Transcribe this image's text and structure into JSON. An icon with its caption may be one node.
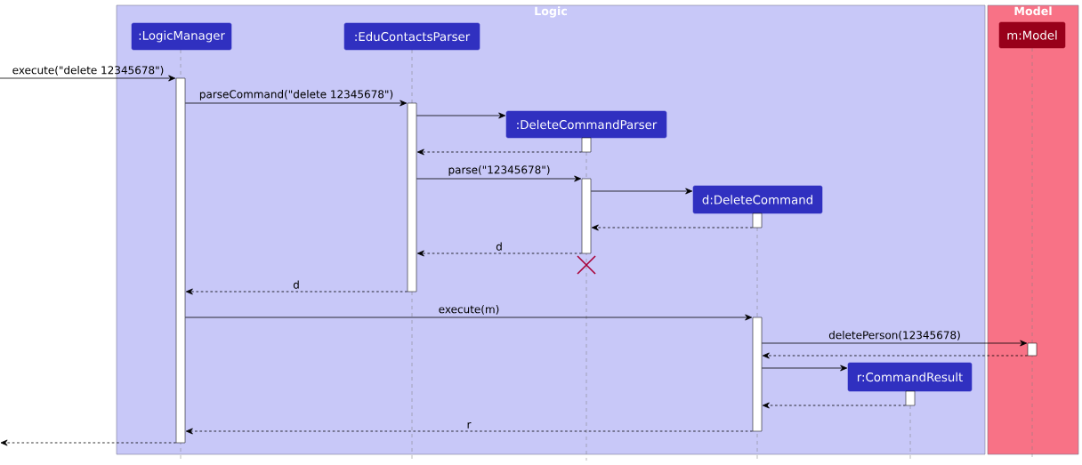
{
  "diagram": {
    "nodes": [
      {
        "text": [
          "Logic"
        ]
      },
      {
        "text": [
          ":LogicManager"
        ],
        "in": 0
      },
      {
        "text": [
          ":EduContactsParser"
        ],
        "in": 0
      },
      {
        "text": [
          ":DeleteCommandParser"
        ],
        "in": 0
      },
      {
        "text": [
          "d:DeleteCommand"
        ],
        "in": 0
      },
      {
        "text": [
          "r:CommandResult"
        ],
        "in": 0
      },
      {
        "text": [
          "Model"
        ]
      },
      {
        "text": [
          "m:Model"
        ],
        "in": 6
      },
      {
        "text": [],
        "shape": "bar",
        "in": 0
      },
      {
        "text": [],
        "shape": "bar",
        "in": 0
      },
      {
        "text": [],
        "shape": "bar",
        "in": 0
      },
      {
        "text": [],
        "shape": "bar",
        "in": 0
      },
      {
        "text": [],
        "shape": "bar",
        "in": 0
      },
      {
        "text": [],
        "shape": "bar",
        "in": 0
      },
      {
        "text": [],
        "shape": "bar",
        "in": 6
      },
      {
        "text": [],
        "shape": "bar",
        "in": 0
      }
    ],
    "edges": [
      {
        "from": null,
        "to": 8,
        "arrow": "to",
        "label": "execute(\"delete 12345678\")"
      },
      {
        "from": 8,
        "to": 9,
        "arrow": "to",
        "label": "parseCommand(\"delete 12345678\")"
      },
      {
        "from": 9,
        "to": 3,
        "arrow": "to"
      },
      {
        "from": 10,
        "to": 9,
        "arrow": "to",
        "style": "dashed"
      },
      {
        "from": 9,
        "to": 11,
        "arrow": "to",
        "label": "parse(\"12345678\")"
      },
      {
        "from": 11,
        "to": 4,
        "arrow": "to"
      },
      {
        "from": 12,
        "to": 11,
        "arrow": "to",
        "style": "dashed"
      },
      {
        "from": 11,
        "to": 9,
        "arrow": "to",
        "style": "dashed",
        "label": "d"
      },
      {
        "from": 9,
        "to": 8,
        "arrow": "to",
        "style": "dashed",
        "label": "d"
      },
      {
        "from": 8,
        "to": 13,
        "arrow": "to",
        "label": "execute(m)"
      },
      {
        "from": 13,
        "to": 14,
        "arrow": "to",
        "label": "deletePerson(12345678)"
      },
      {
        "from": 14,
        "to": 13,
        "arrow": "to",
        "style": "dashed"
      },
      {
        "from": 13,
        "to": 5,
        "arrow": "to"
      },
      {
        "from": 15,
        "to": 13,
        "arrow": "to",
        "style": "dashed"
      },
      {
        "from": 13,
        "to": 8,
        "arrow": "to",
        "style": "dashed",
        "label": "r"
      },
      {
        "from": 8,
        "to": null,
        "arrow": "to",
        "style": "dashed"
      }
    ]
  }
}
